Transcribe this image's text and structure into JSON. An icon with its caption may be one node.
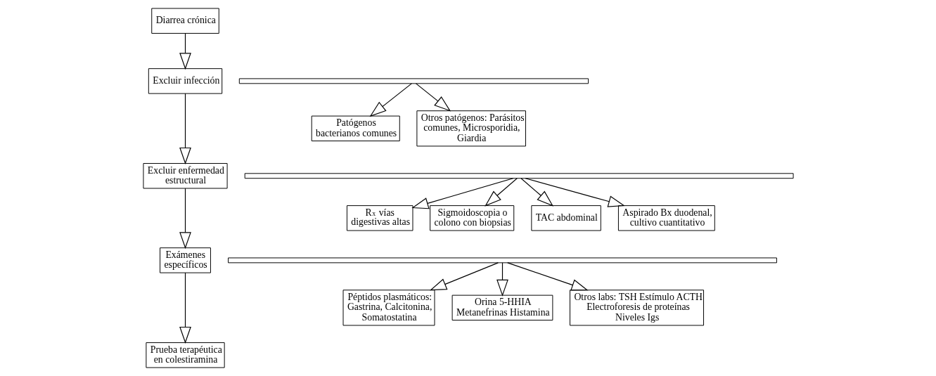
{
  "diagram": {
    "nodes": [
      {
        "text": [
          "Diarrea crónica"
        ]
      },
      {
        "text": [
          "Excluir infección"
        ]
      },
      {
        "text": [
          "Excluir enfermedad estructural"
        ]
      },
      {
        "text": [
          "Exámenes específicos"
        ]
      },
      {
        "text": [
          "Prueba terapéutica en colestiramina"
        ]
      },
      {
        "text": [],
        "shape": "bar"
      },
      {
        "text": [
          "Patógenos bacterianos comunes"
        ]
      },
      {
        "text": [
          "Otros patógenos: Parásitos comunes, Microsporidia, Giardia"
        ]
      },
      {
        "text": [],
        "shape": "bar"
      },
      {
        "text": [
          "R$_{x}$ vías digestivas altas"
        ]
      },
      {
        "text": [
          "Sigmoidoscopia o colono con biopsias"
        ]
      },
      {
        "text": [
          "TAC abdominal"
        ]
      },
      {
        "text": [
          "Aspirado Bx duodenal, cultivo cuantitativo"
        ]
      },
      {
        "text": [],
        "shape": "bar"
      },
      {
        "text": [
          "Péptidos plasmáticos: Gastrina, Calcitonina, Somatostatina"
        ]
      },
      {
        "text": [
          "Orina 5-HHIA Metanefrinas Histamina"
        ]
      },
      {
        "text": [
          "Otros labs: TSH Estímulo ACTH Electroforesis de proteínas Niveles Igs"
        ]
      }
    ],
    "edges": [
      {
        "from": 0,
        "to": 1,
        "arrow": "to"
      },
      {
        "from": 1,
        "to": 2,
        "arrow": "to"
      },
      {
        "from": 2,
        "to": 3,
        "arrow": "to"
      },
      {
        "from": 3,
        "to": 4,
        "arrow": "to"
      },
      {
        "from": 5,
        "to": 6,
        "arrow": "to"
      },
      {
        "from": 5,
        "to": 7,
        "arrow": "to"
      },
      {
        "from": 8,
        "to": 9,
        "arrow": "to"
      },
      {
        "from": 8,
        "to": 10,
        "arrow": "to"
      },
      {
        "from": 8,
        "to": 11,
        "arrow": "to"
      },
      {
        "from": 8,
        "to": 12,
        "arrow": "to"
      },
      {
        "from": 13,
        "to": 14,
        "arrow": "to"
      },
      {
        "from": 13,
        "to": 15,
        "arrow": "to"
      },
      {
        "from": 13,
        "to": 16,
        "arrow": "to"
      }
    ]
  }
}
